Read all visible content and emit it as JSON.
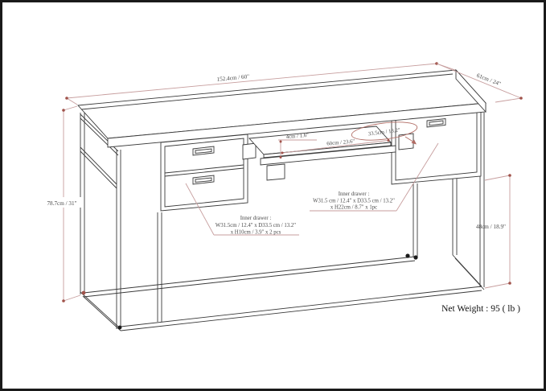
{
  "diagram": {
    "type": "furniture-dimension-drawing",
    "subject": "desk with two drawer pedestals and pull-out keyboard tray",
    "dimensions": {
      "width": "152.4cm / 60\"",
      "depth": "61cm / 24\"",
      "height": "78.7cm / 31\"",
      "clearance_height": "48cm / 18.9\"",
      "tray_lip_height": "4cm / 1.6\"",
      "tray_width": "60cm / 23.6\"",
      "tray_depth": "33.5cm / 13.2\""
    },
    "callouts": {
      "left": {
        "lines": [
          "Inner drawer :",
          "W31.5cm / 12.4\" x D33.5 cm / 13.2\"",
          "x H10cm / 3.9\" x 2 pcs"
        ]
      },
      "right": {
        "lines": [
          "Inner drawer :",
          "W31.5 cm / 12.4\" x D33.5 cm / 13.2\"",
          "x H22cm / 8.7\" x 1pc"
        ]
      }
    },
    "net_weight": "Net Weight : 95 ( lb )",
    "colors": {
      "artwork_line": "#3a3a3a",
      "dimension_line": "#c79e9e",
      "dimension_marker": "#a0524a",
      "dimension_text": "#4a4a4a",
      "callout_accent": "#b06a62",
      "text": "#111111",
      "background": "#ffffff",
      "border": "#1a1a1a"
    }
  }
}
